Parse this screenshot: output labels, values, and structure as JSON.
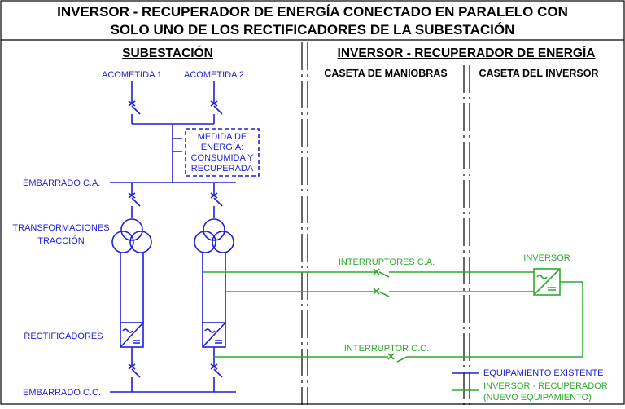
{
  "title": {
    "line1": "INVERSOR - RECUPERADOR DE ENERGÍA CONECTADO EN PARALELO CON",
    "line2": "SOLO UNO DE LOS RECTIFICADORES DE LA SUBESTACIÓN"
  },
  "sections": {
    "subestacion": "SUBESTACIÓN",
    "inversor": "INVERSOR - RECUPERADOR DE ENERGÍA",
    "caseta_maniobras": "CASETA DE  MANIOBRAS",
    "caseta_inversor": "CASETA DEL INVERSOR"
  },
  "labels": {
    "acometida1": "ACOMETIDA 1",
    "acometida2": "ACOMETIDA 2",
    "medida_line1": "MEDIDA DE",
    "medida_line2": "ENERGÍA:",
    "medida_line3": "CONSUMIDA Y",
    "medida_line4": "RECUPERADA",
    "embarrado_ca": "EMBARRADO C.A.",
    "transformaciones_line1": "TRANSFORMACIONES",
    "transformaciones_line2": "TRACCIÓN",
    "rectificadores": "RECTIFICADORES",
    "embarrado_cc": "EMBARRADO C.C.",
    "interruptores_ca": "INTERRUPTORES C.A.",
    "interruptor_cc": "INTERRUPTOR C.C.",
    "inversor": "INVERSOR"
  },
  "legend": {
    "existente": "EQUIPAMIENTO EXISTENTE",
    "nuevo_line1": "INVERSOR - RECUPERADOR",
    "nuevo_line2": "(NUEVO EQUIPAMIENTO)"
  },
  "colors": {
    "existing": "#1f1fd6",
    "new": "#2ea82e"
  }
}
